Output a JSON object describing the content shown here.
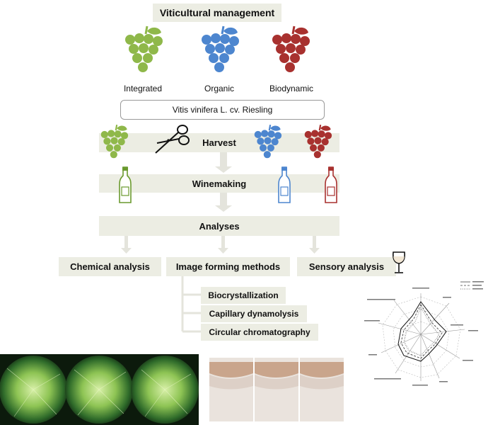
{
  "title": "Viticultural management",
  "managements": [
    {
      "label": "Integrated",
      "color": "#8fb84a"
    },
    {
      "label": "Organic",
      "color": "#4d86cf"
    },
    {
      "label": "Biodynamic",
      "color": "#a8312f"
    }
  ],
  "variety": "Vitis vinifera L. cv. Riesling",
  "steps": {
    "harvest": "Harvest",
    "winemaking": "Winemaking",
    "analyses": "Analyses"
  },
  "analyses": {
    "chemical": "Chemical analysis",
    "image_forming": "Image forming methods",
    "sensory": "Sensory analysis"
  },
  "image_methods": [
    "Biocrystallization",
    "Capillary dynamolysis",
    "Circular chromatography"
  ],
  "icons": [
    "grape-icon",
    "scissors-icon",
    "bottle-icon",
    "wine-glass-icon"
  ],
  "colors": {
    "box": "#ecede3",
    "arrow": "#e4e4dc",
    "integrated": "#8fb84a",
    "organic": "#4d86cf",
    "biodynamic": "#a8312f"
  }
}
